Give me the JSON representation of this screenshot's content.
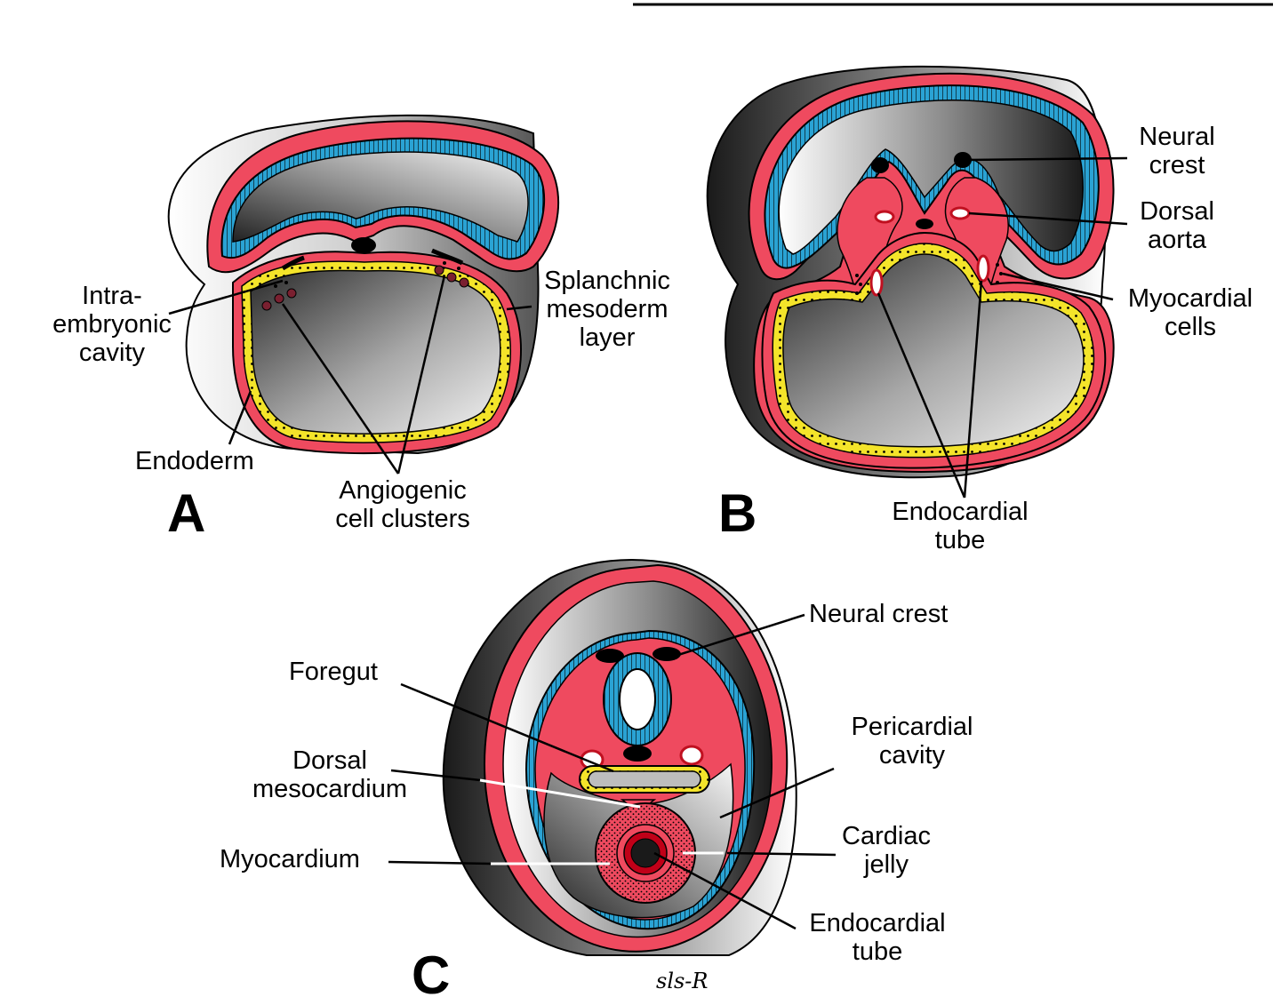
{
  "colors": {
    "ectoderm": "#2aa3d4",
    "mesoderm": "#ef4a5f",
    "endoderm": "#f4e42a",
    "outline": "#000000",
    "shade_dark": "#222222",
    "shade_light": "#ffffff"
  },
  "panels": {
    "a": {
      "letter": "A",
      "labels": {
        "intraembryonic_cavity": "Intra-\nembryonic\ncavity",
        "splanchnic_mesoderm": "Splanchnic\nmesoderm\nlayer",
        "endoderm": "Endoderm",
        "angiogenic_clusters": "Angiogenic\ncell clusters"
      }
    },
    "b": {
      "letter": "B",
      "labels": {
        "neural_crest": "Neural\ncrest",
        "dorsal_aorta": "Dorsal\naorta",
        "myocardial_cells": "Myocardial\ncells",
        "endocardial_tube": "Endocardial\ntube"
      }
    },
    "c": {
      "letter": "C",
      "labels": {
        "neural_crest": "Neural crest",
        "foregut": "Foregut",
        "dorsal_mesocardium": "Dorsal\nmesocardium",
        "myocardium": "Myocardium",
        "pericardial_cavity": "Pericardial\ncavity",
        "cardiac_jelly": "Cardiac\njelly",
        "endocardial_tube": "Endocardial\ntube"
      }
    }
  },
  "signature": "sls-R"
}
